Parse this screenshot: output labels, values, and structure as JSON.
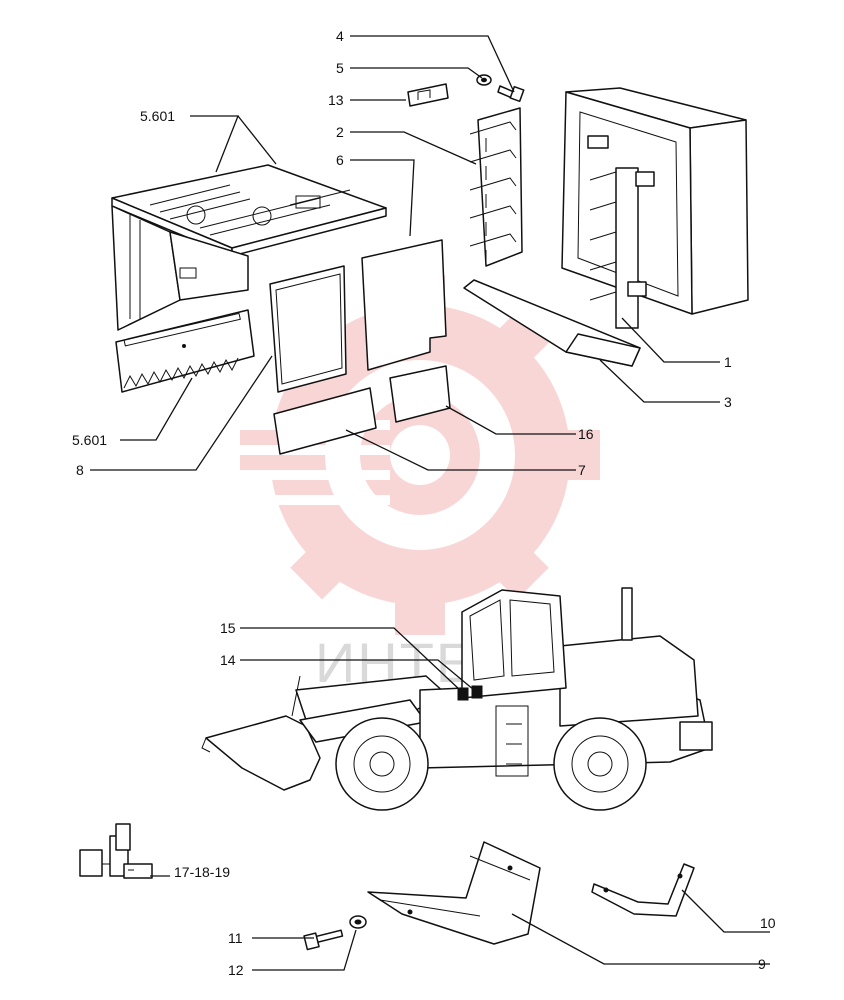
{
  "colors": {
    "ink": "#111111",
    "paper": "#ffffff",
    "watermark_logo": "#f5b5b5",
    "watermark_text": "#d9d9d9"
  },
  "watermark": {
    "logo": "gear-watermark",
    "text": "ИНТЕХ"
  },
  "callouts": [
    {
      "id": "c-4",
      "text": "4"
    },
    {
      "id": "c-5",
      "text": "5"
    },
    {
      "id": "c-13",
      "text": "13"
    },
    {
      "id": "c-5601-top",
      "text": "5.601"
    },
    {
      "id": "c-2",
      "text": "2"
    },
    {
      "id": "c-6",
      "text": "6"
    },
    {
      "id": "c-1",
      "text": "1"
    },
    {
      "id": "c-3",
      "text": "3"
    },
    {
      "id": "c-16",
      "text": "16"
    },
    {
      "id": "c-5601-bottom",
      "text": "5.601"
    },
    {
      "id": "c-7",
      "text": "7"
    },
    {
      "id": "c-8",
      "text": "8"
    },
    {
      "id": "c-15",
      "text": "15"
    },
    {
      "id": "c-14",
      "text": "14"
    },
    {
      "id": "c-17-18-19",
      "text": "17-18-19"
    },
    {
      "id": "c-10",
      "text": "10"
    },
    {
      "id": "c-11",
      "text": "11"
    },
    {
      "id": "c-12",
      "text": "12"
    },
    {
      "id": "c-9",
      "text": "9"
    }
  ]
}
